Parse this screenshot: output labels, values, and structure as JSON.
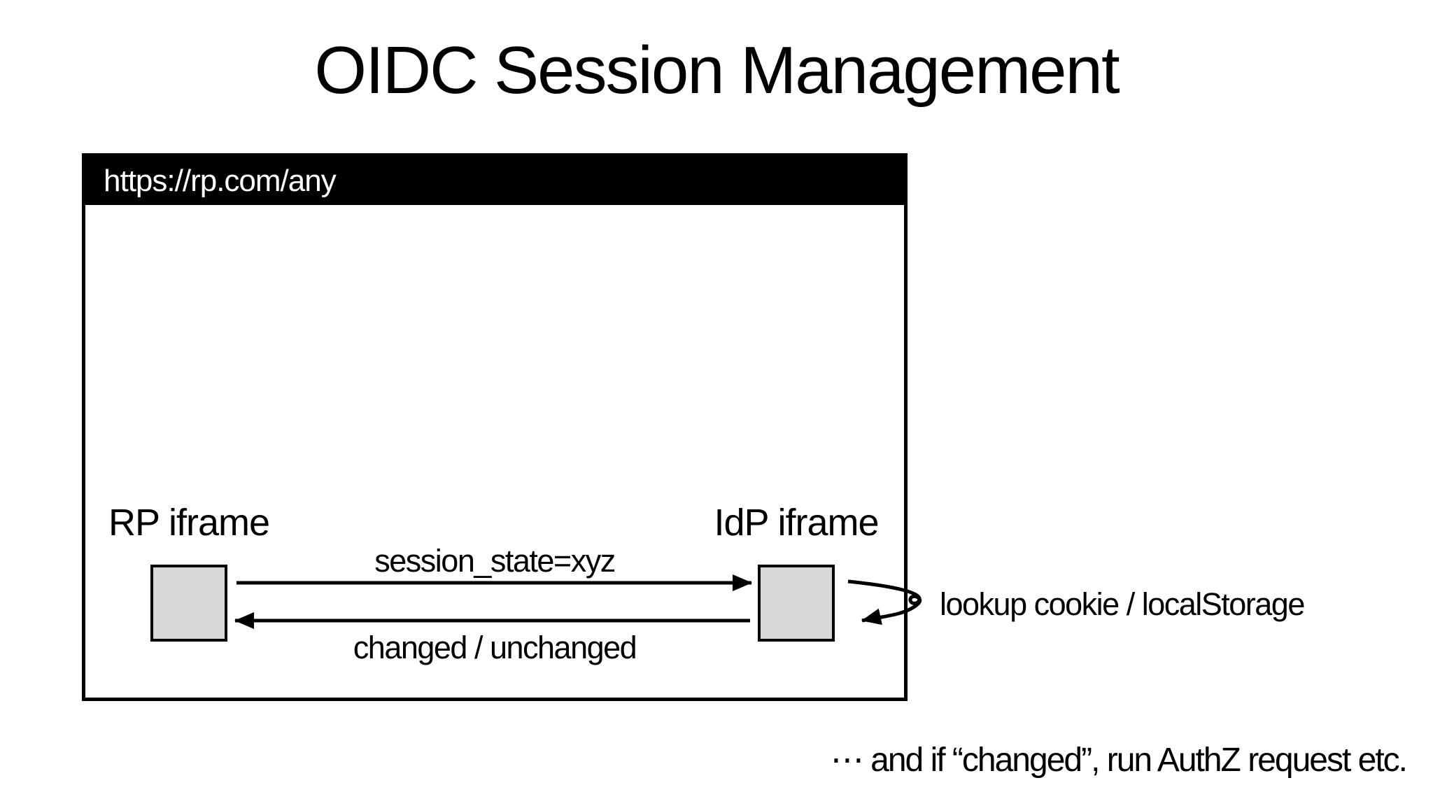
{
  "title": "OIDC Session Management",
  "browser_window": {
    "url": "https://rp.com/any"
  },
  "diagram": {
    "rp_iframe_label": "RP iframe",
    "idp_iframe_label": "IdP iframe",
    "request_arrow_label": "session_state=xyz",
    "response_arrow_label": "changed / unchanged",
    "lookup_note": "lookup cookie / localStorage"
  },
  "footer_note": "⋯ and if “changed”, run AuthZ request etc.",
  "colors": {
    "background": "#ffffff",
    "stroke": "#000000",
    "iframe_fill": "#d8d8d8",
    "titlebar_bg": "#000000",
    "titlebar_text": "#ffffff"
  }
}
